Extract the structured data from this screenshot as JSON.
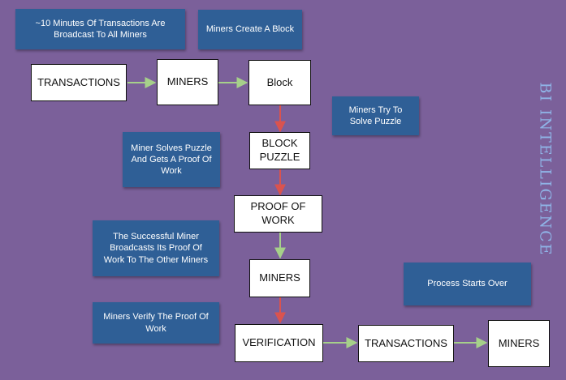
{
  "brand": "BI INTELLIGENCE",
  "colors": {
    "background": "#7b609a",
    "note_fill": "#2f5f96",
    "arrow_green": "#a6d08a",
    "arrow_red": "#d9534f"
  },
  "notes": {
    "broadcast": "~10 Minutes Of Transactions Are Broadcast To All Miners",
    "create_block": "Miners Create A Block",
    "try_solve": "Miners Try To Solve Puzzle",
    "solves": "Miner Solves Puzzle And Gets A Proof Of Work",
    "successful": "The Successful Miner Broadcasts Its Proof Of Work  To The Other Miners",
    "verify": "Miners Verify The Proof Of Work",
    "starts_over": "Process Starts Over"
  },
  "nodes": {
    "transactions_1": "TRANSACTIONS",
    "miners_1": "MINERS",
    "block": "Block",
    "block_puzzle": "BLOCK PUZZLE",
    "proof_of_work": "PROOF OF WORK",
    "miners_2": "MINERS",
    "verification": "VERIFICATION",
    "transactions_2": "TRANSACTIONS",
    "miners_3": "MINERS"
  }
}
